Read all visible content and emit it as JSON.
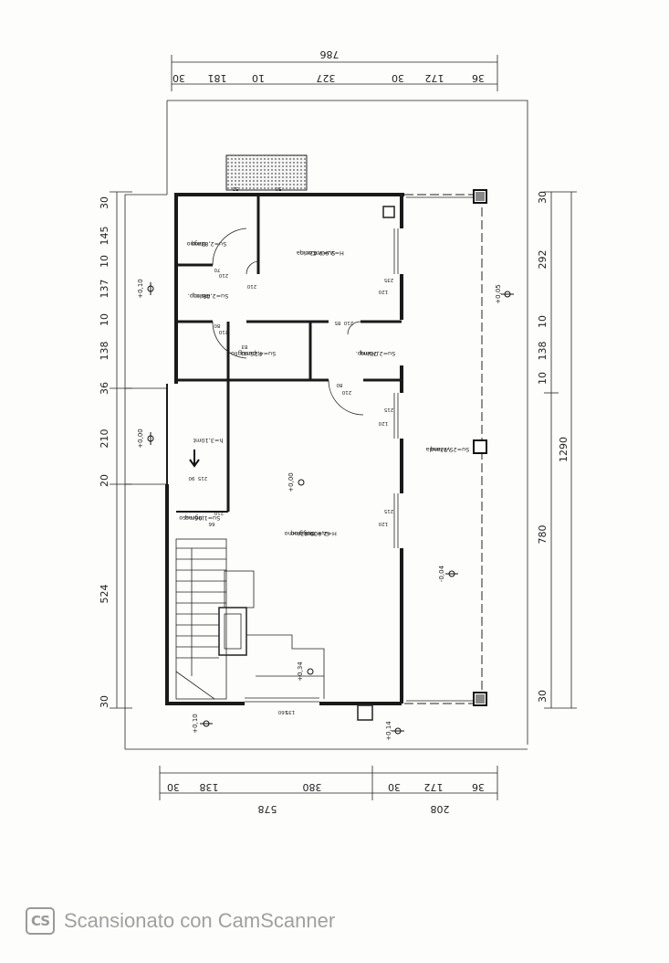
{
  "dimensions": {
    "top_total": "786",
    "top_segments": [
      "30",
      "181",
      "10",
      "327",
      "30",
      "172",
      "36"
    ],
    "bottom_segments": [
      "30",
      "138",
      "380",
      "30",
      "172",
      "36"
    ],
    "bottom_total_left": "578",
    "bottom_total_right": "208",
    "left_segments": [
      "30",
      "145",
      "10",
      "137",
      "10",
      "138",
      "36",
      "210",
      "20",
      "524",
      "30"
    ],
    "right_segments": [
      "30",
      "292",
      "10",
      "138",
      "10",
      "780",
      "30"
    ],
    "right_total": "1290"
  },
  "rooms": {
    "bagno": {
      "name": "Bagno",
      "area": "Su=2,82mq"
    },
    "disimpegno_1": {
      "name": "Disimp.",
      "area": "Su=2,48mq"
    },
    "cucina": {
      "name": "Cucina",
      "area": "Su=9,42mq",
      "height": "H=2,90mt"
    },
    "ripostiglio": {
      "name": "Ripostiglio",
      "area": "Su=4,25mq"
    },
    "disimpegno_2": {
      "name": "Disimp.",
      "area": "Su=2,76mq"
    },
    "veranda": {
      "name": "Veranda",
      "area": "Su=25,73mq"
    },
    "soggiorno": {
      "name": "Soggiorno",
      "area": "Su=30,43mq",
      "height": "H=2,80mt"
    },
    "ingresso": {
      "name": "Ingresso",
      "area": "Su=1,96mq"
    }
  },
  "openings": [
    "70",
    "210",
    "210",
    "80",
    "210",
    "85",
    "210",
    "80",
    "210",
    "120",
    "235",
    "120",
    "215",
    "120",
    "215",
    "66",
    "210",
    "90",
    "215",
    "160",
    "135",
    "83",
    "52",
    "50"
  ],
  "levels": [
    "+0,10",
    "+0,05",
    "+0,00",
    "+0,00",
    "-0,04",
    "+0,34",
    "+0,10",
    "+0,14"
  ],
  "notes": {
    "stair_height": "h=3,10mt"
  },
  "watermark": {
    "logo": "CS",
    "text": "Scansionato con CamScanner"
  }
}
